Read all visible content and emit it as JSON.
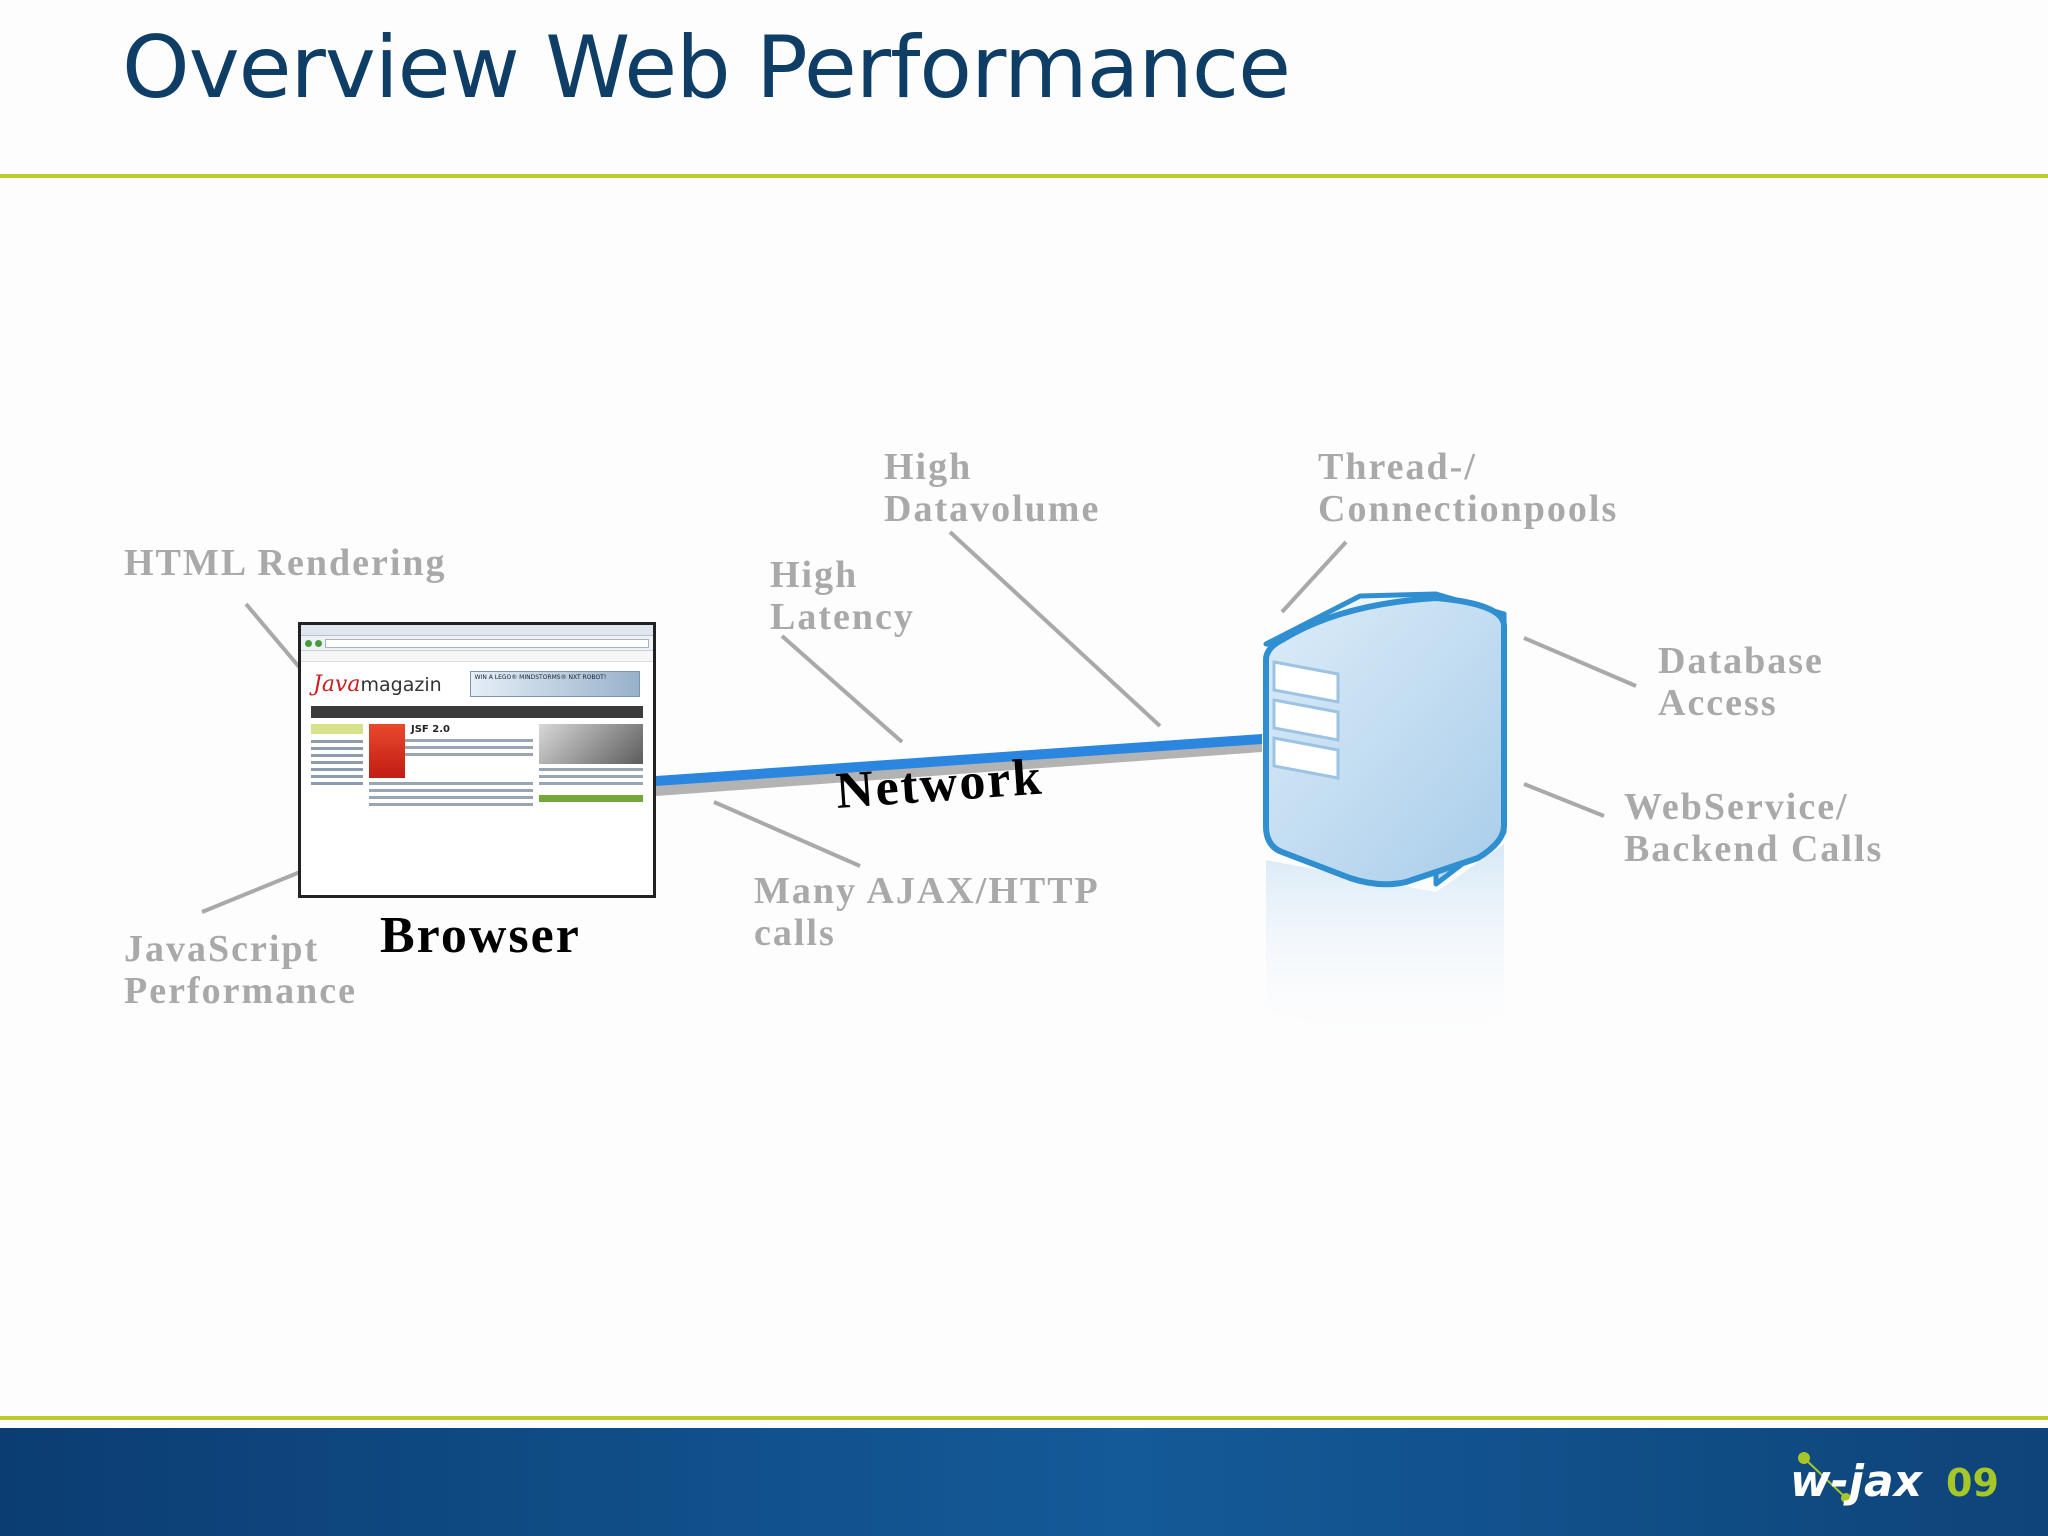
{
  "slide": {
    "title": "Overview Web Performance"
  },
  "labels": {
    "html_rendering": "HTML Rendering",
    "javascript_performance": [
      "JavaScript",
      "Performance"
    ],
    "browser": "Browser",
    "high_latency": [
      "High",
      "Latency"
    ],
    "high_datavolume": [
      "High",
      "Datavolume"
    ],
    "network": "Network",
    "many_ajax": [
      "Many AJAX/HTTP",
      "calls"
    ],
    "thread_pools": [
      "Thread-/",
      "Connectionpools"
    ],
    "database_access": [
      "Database",
      "Access"
    ],
    "webservice": [
      "WebService/",
      "Backend Calls"
    ]
  },
  "browser_screenshot": {
    "logo_main": "Java",
    "logo_rest": "magazin",
    "banner_text": "WIN A LEGO® MINDSTORMS® NXT ROBOT!",
    "article_title": "JSF 2.0"
  },
  "footer": {
    "logo_text": "w-jax",
    "logo_year": "09"
  },
  "colors": {
    "title": "#0e3d66",
    "rule": "#bccc2e",
    "label_gray": "#a9a9a9",
    "network_line": "#2b86e0",
    "server_outline": "#2f8fd0",
    "footer_blue": "#145a98",
    "logo_green": "#a7c728"
  }
}
